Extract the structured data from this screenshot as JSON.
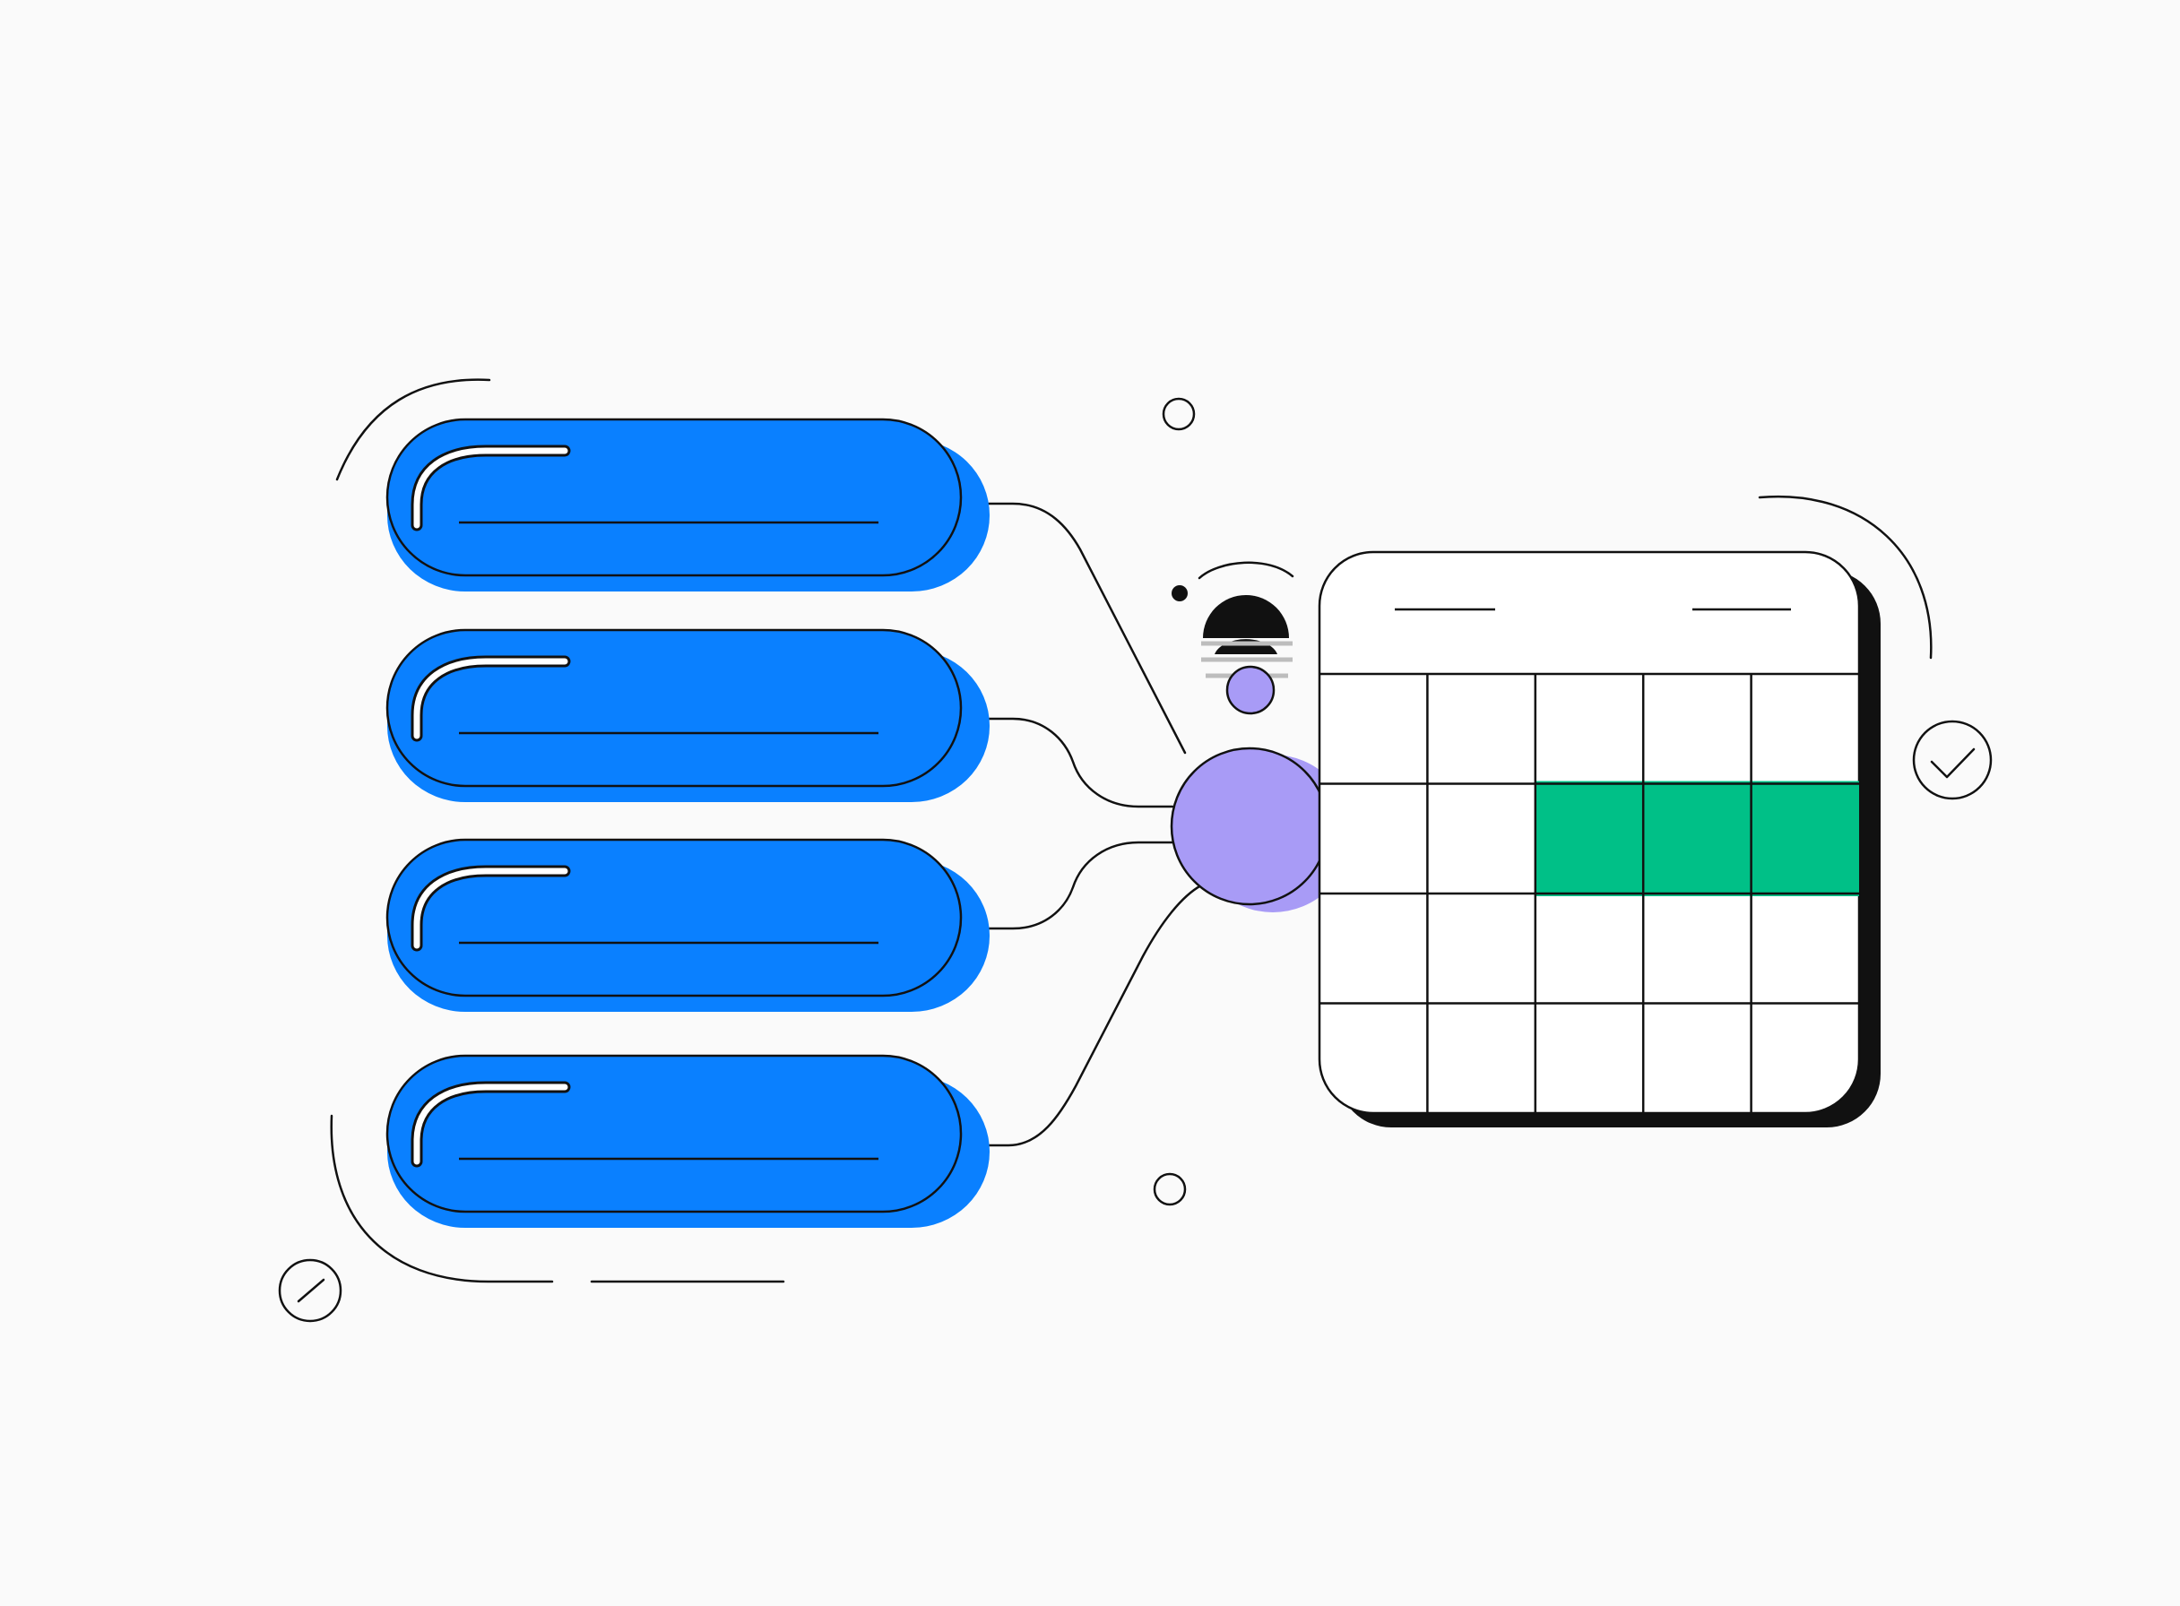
{
  "colors": {
    "background": "#fafafa",
    "source_blue": "#0a80ff",
    "hub_purple": "#a89bf6",
    "highlight_green": "#00c087",
    "ink": "#111111",
    "card_white": "#ffffff"
  },
  "diagram": {
    "sources": [
      {
        "id": "source-1"
      },
      {
        "id": "source-2"
      },
      {
        "id": "source-3"
      },
      {
        "id": "source-4"
      }
    ],
    "hub": {
      "id": "merge-hub"
    },
    "grid": {
      "rows": 4,
      "cols": 5,
      "highlighted_row": 1,
      "highlighted_cols": [
        2,
        3,
        4
      ]
    },
    "icons": [
      "check-circle-icon",
      "slash-circle-icon"
    ]
  }
}
